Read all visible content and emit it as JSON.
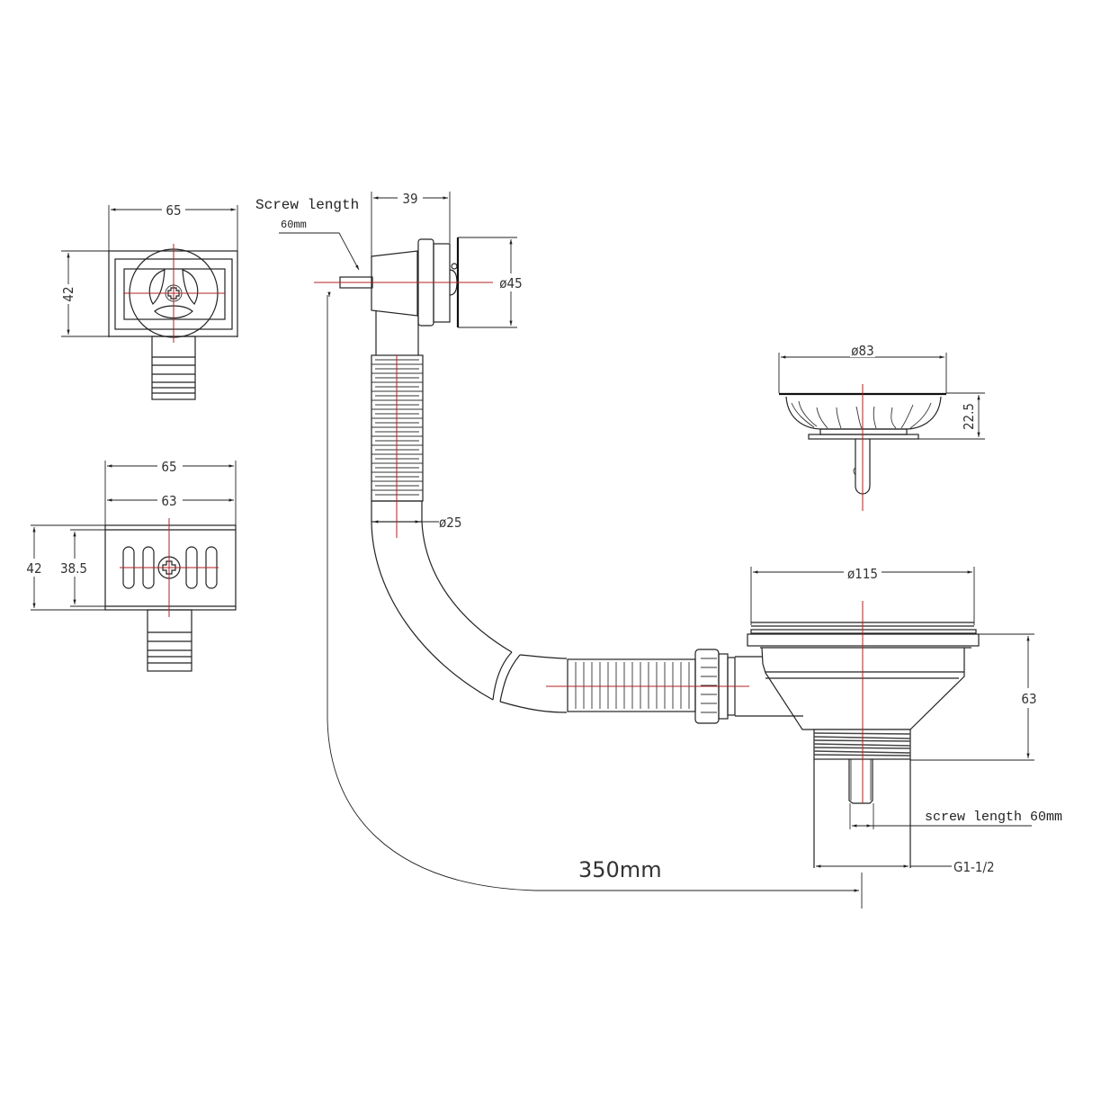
{
  "drawing": {
    "title": "Sink strainer waste kit with overflow — technical drawing",
    "colors": {
      "line": "#222222",
      "centerline": "#b22222",
      "background": "#ffffff"
    }
  },
  "overflow_front_view": {
    "width_label": "65",
    "height_label": "42"
  },
  "overflow_back_view": {
    "outer_width_label": "65",
    "inner_width_label": "63",
    "outer_height_label": "42",
    "inner_height_label": "38.5"
  },
  "overflow_side_view": {
    "screw_label_line1": "Screw length",
    "screw_label_line2": "60mm",
    "depth_label": "39",
    "diameter_label": "ø45"
  },
  "hose": {
    "diameter_label": "ø25",
    "length_label": "350mm"
  },
  "strainer_basket": {
    "diameter_label": "ø83",
    "height_label": "22.5"
  },
  "waste_body": {
    "diameter_label": "ø115",
    "height_label": "63",
    "screw_label": "screw length 60mm",
    "thread_label": "G1-1/2"
  }
}
